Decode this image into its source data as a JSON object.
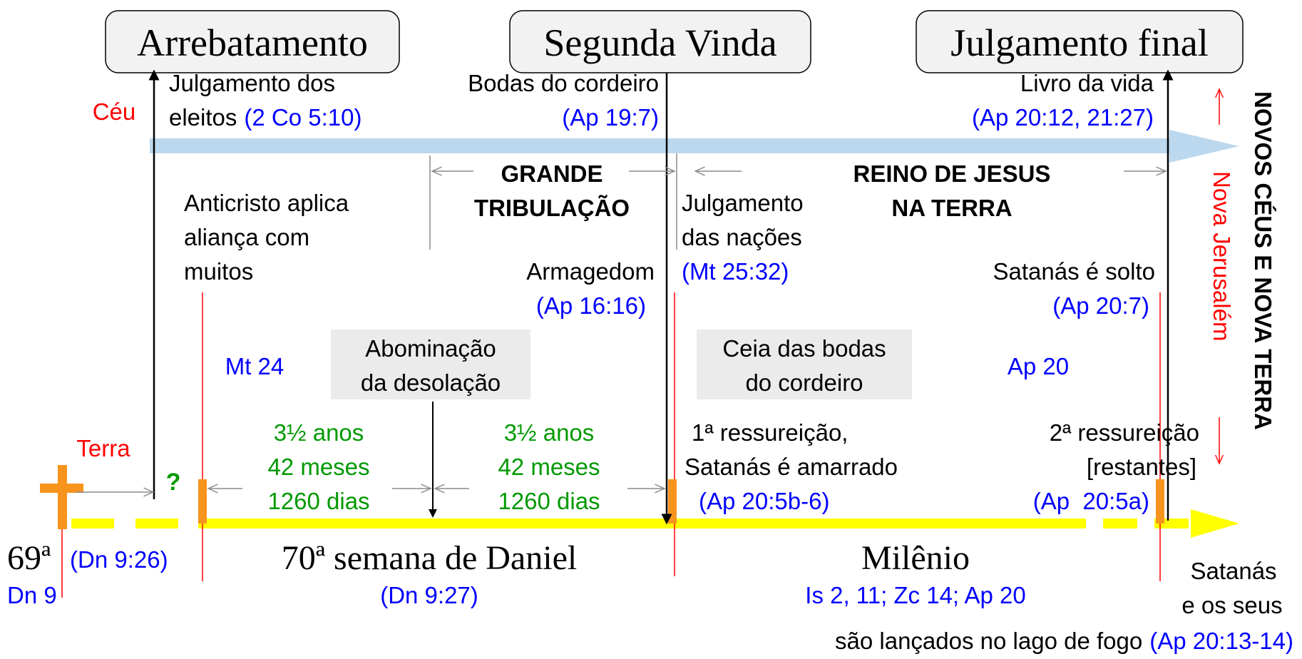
{
  "colors": {
    "black": "#000000",
    "blue": "#0000ff",
    "red": "#ff0000",
    "green": "#009900",
    "orange": "#f7941d",
    "yellow": "#ffff00",
    "sky": "#bcd8ee",
    "box_fill": "#f2f2f2",
    "gray_arrow": "#8c8c8c"
  },
  "headers": {
    "rapture": "Arrebatamento",
    "second_coming": "Segunda Vinda",
    "final_judgment": "Julgamento final"
  },
  "labels": {
    "heaven": "Céu",
    "earth": "Terra",
    "question": "?",
    "new_jerusalem": "Nova Jerusalém",
    "new_heavens": "NOVOS CÉUS E NOVA TERRA"
  },
  "heaven_events": {
    "elect_judgment_l1": "Julgamento dos",
    "elect_judgment_l2": "eleitos",
    "elect_judgment_ref": "(2 Co 5:10)",
    "wedding": "Bodas do cordeiro",
    "wedding_ref": "(Ap 19:7)",
    "book_of_life": "Livro da vida",
    "book_of_life_ref": "(Ap 20:12, 21:27)"
  },
  "periods": {
    "tribulation_l1": "GRANDE",
    "tribulation_l2": "TRIBULAÇÃO",
    "kingdom_l1": "REINO DE JESUS",
    "kingdom_l2": "NA TERRA"
  },
  "earth_events": {
    "antichrist_l1": "Anticristo aplica",
    "antichrist_l2": "aliança com",
    "antichrist_l3": "muitos",
    "mt24": "Mt 24",
    "abomination_l1": "Abominação",
    "abomination_l2": "da desolação",
    "armageddon": "Armagedom",
    "armageddon_ref": "(Ap 16:16)",
    "nations_l1": "Julgamento",
    "nations_l2": "das nações",
    "nations_ref": "(Mt 25:32)",
    "supper_l1": "Ceia das bodas",
    "supper_l2": "do cordeiro",
    "satan_loosed": "Satanás é solto",
    "satan_loosed_ref": "(Ap 20:7)",
    "ap20": "Ap 20",
    "first_res_l1": "1ª ressureição,",
    "first_res_l2": "Satanás é amarrado",
    "first_res_ref": "(Ap 20:5b-6)",
    "second_res_l1": "2ª ressureição",
    "second_res_l2": "[restantes]",
    "second_res_ref": "(Ap  20:5a)"
  },
  "half_weeks": [
    {
      "years": "3½ anos",
      "months": "42 meses",
      "days": "1260 dias"
    },
    {
      "years": "3½ anos",
      "months": "42 meses",
      "days": "1260 dias"
    }
  ],
  "timeline": {
    "week69": "69ª",
    "week69_ref": "(Dn 9:26)",
    "dn9": "Dn 9",
    "week70": "70ª semana de Daniel",
    "week70_ref": "(Dn 9:27)",
    "millennium": "Milênio",
    "millennium_ref": "Is 2, 11; Zc 14; Ap 20",
    "satan_end_l1": "Satanás",
    "satan_end_l2": "e os seus",
    "lake_of_fire": "são lançados no lago de fogo",
    "lake_of_fire_ref": "(Ap 20:13-14)"
  }
}
